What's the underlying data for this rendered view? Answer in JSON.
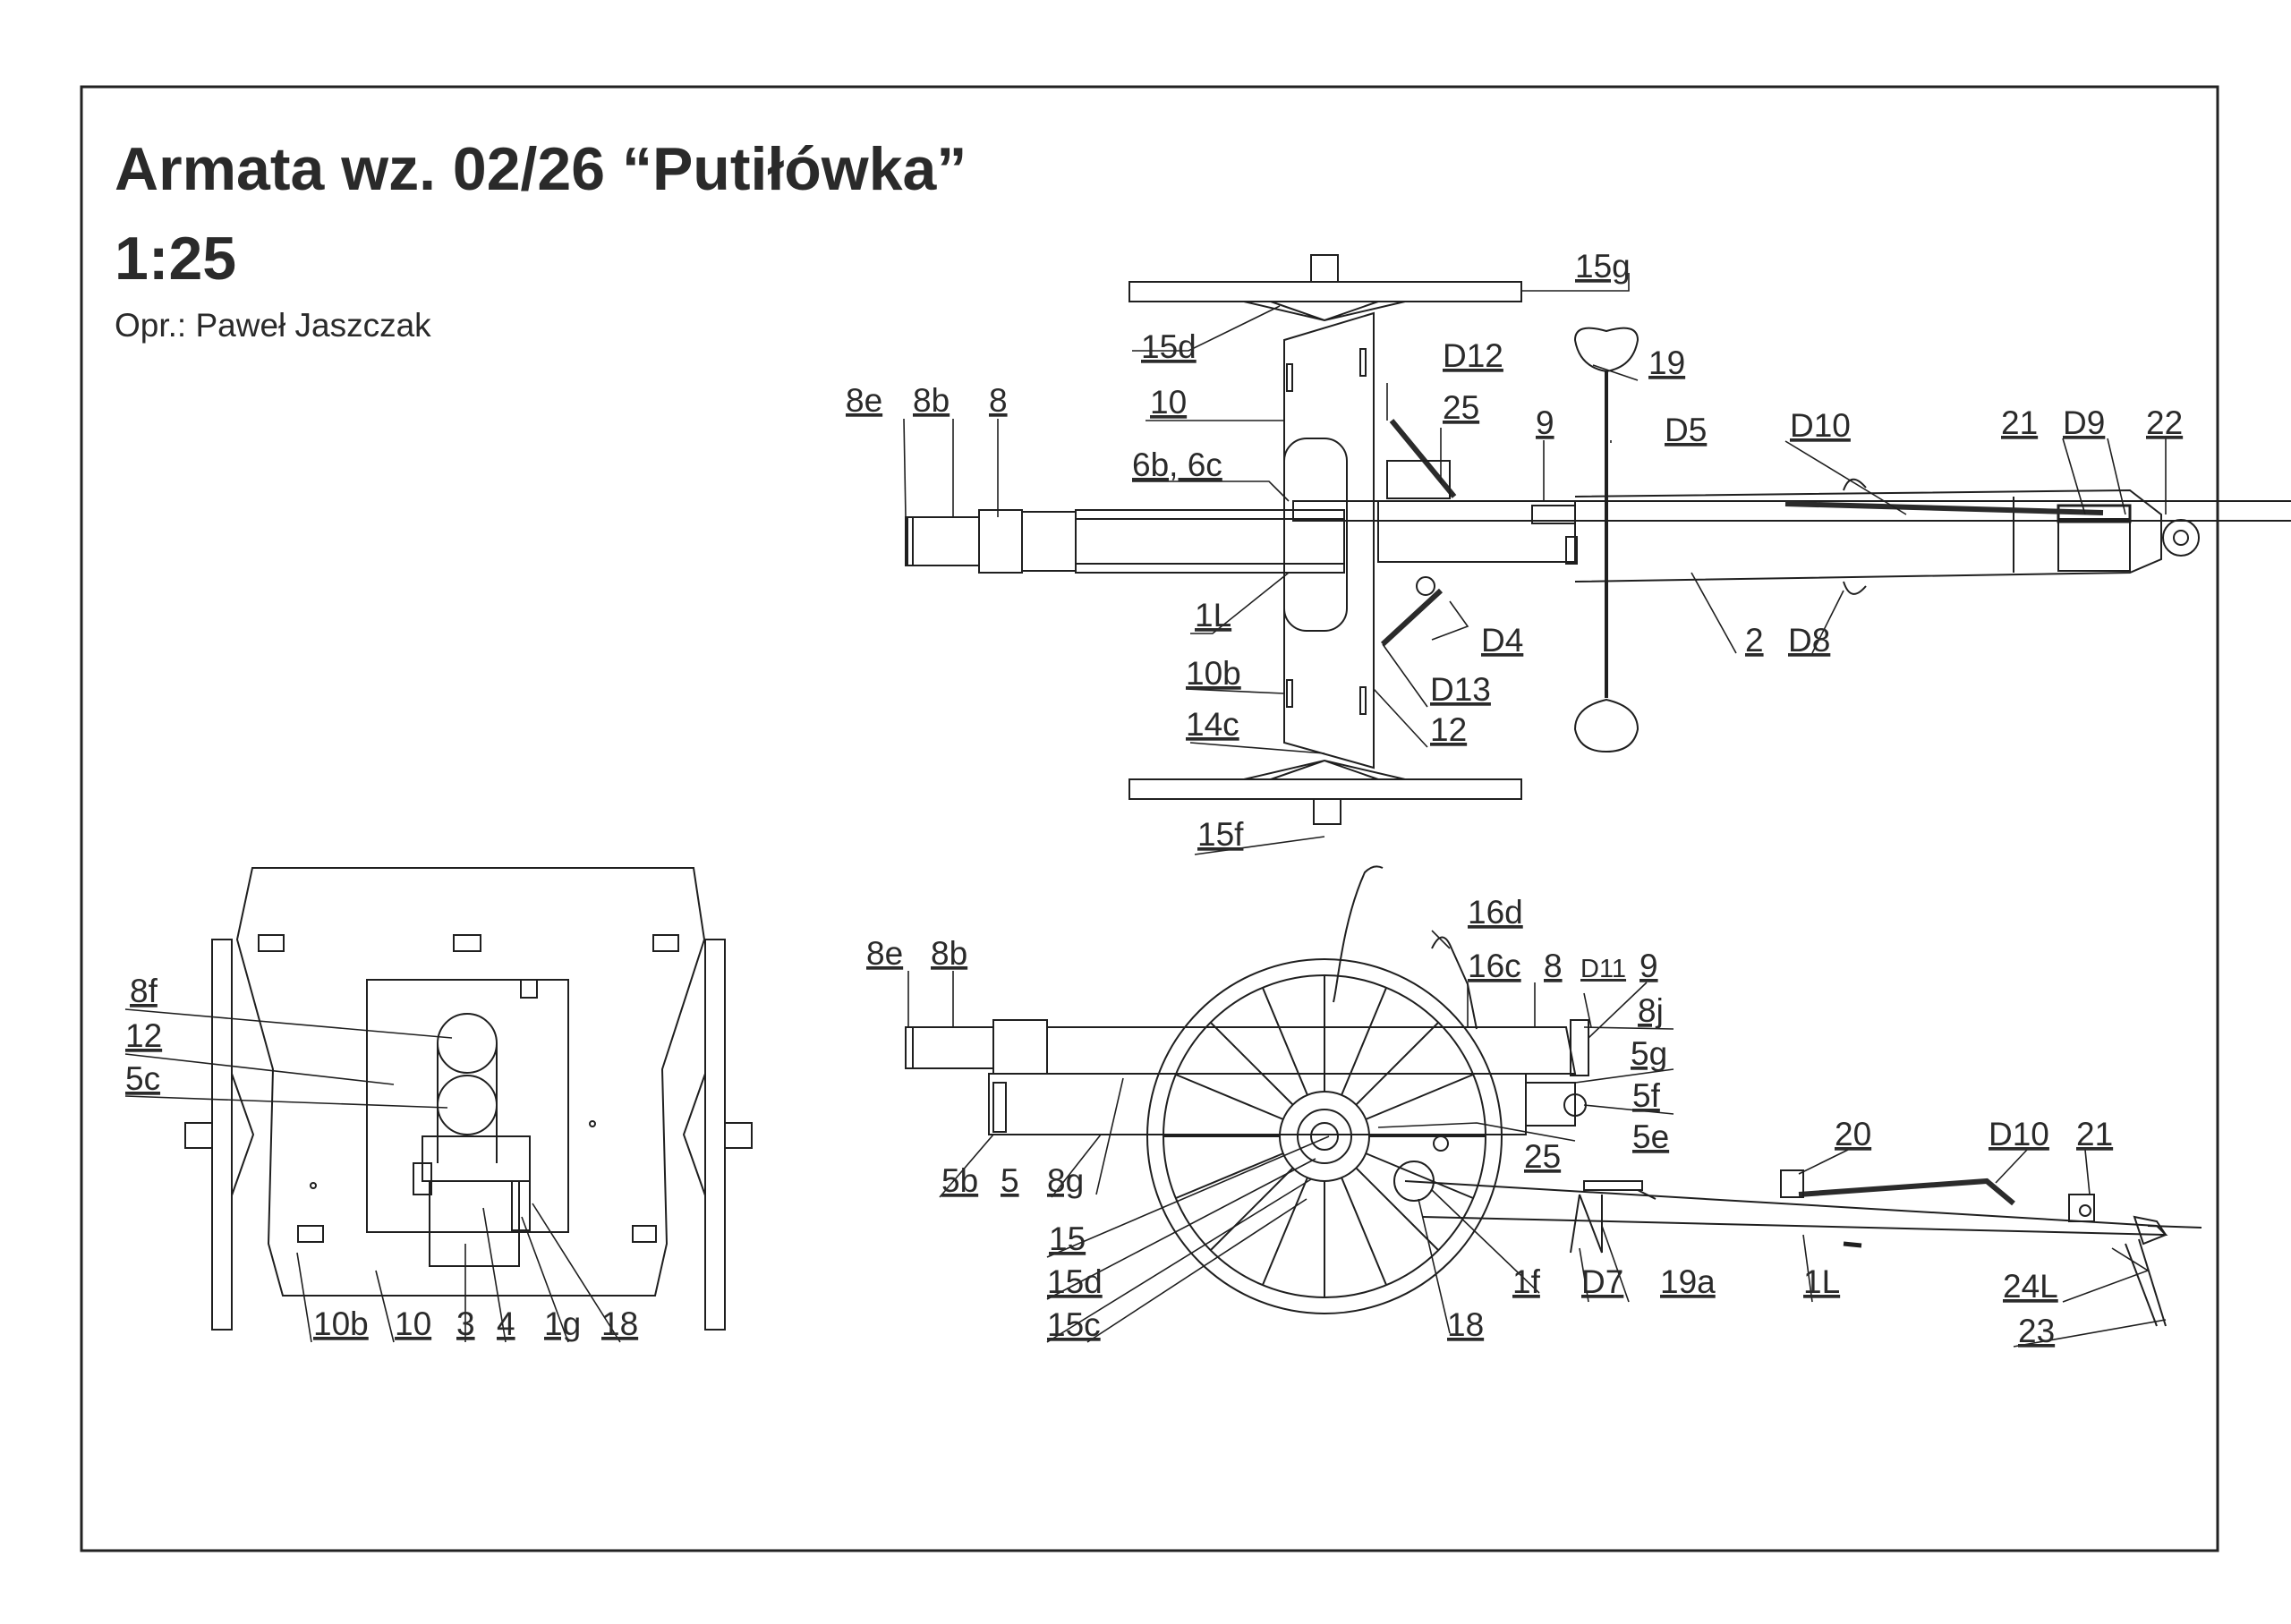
{
  "header": {
    "title": "Armata wz. 02/26 “Putiłówka”",
    "scale": "1:25",
    "author": "Opr.: Paweł Jaszczak"
  },
  "views": {
    "top": {
      "labels": [
        "15g",
        "15d",
        "D12",
        "19",
        "10",
        "25",
        "8e",
        "8b",
        "8",
        "9",
        "D5",
        "D10",
        "21",
        "D9",
        "22",
        "6b, 6c",
        "1L",
        "D4",
        "2",
        "D8",
        "10b",
        "D13",
        "14c",
        "12",
        "15f"
      ]
    },
    "front": {
      "labels": [
        "8f",
        "12",
        "5c",
        "10b",
        "10",
        "3",
        "4",
        "1g",
        "18"
      ]
    },
    "side": {
      "labels": [
        "16d",
        "8e",
        "8b",
        "16c",
        "8",
        "D11",
        "9",
        "8j",
        "5g",
        "5f",
        "5e",
        "20",
        "D10",
        "21",
        "5b",
        "5",
        "8g",
        "25",
        "15",
        "15d",
        "15c",
        "18",
        "1f",
        "D7",
        "19a",
        "1L",
        "24L",
        "23"
      ]
    }
  },
  "colors": {
    "line": "#1f1f1f",
    "text": "#2a2a2a",
    "frame": "#222222",
    "paper": "#ffffff"
  }
}
